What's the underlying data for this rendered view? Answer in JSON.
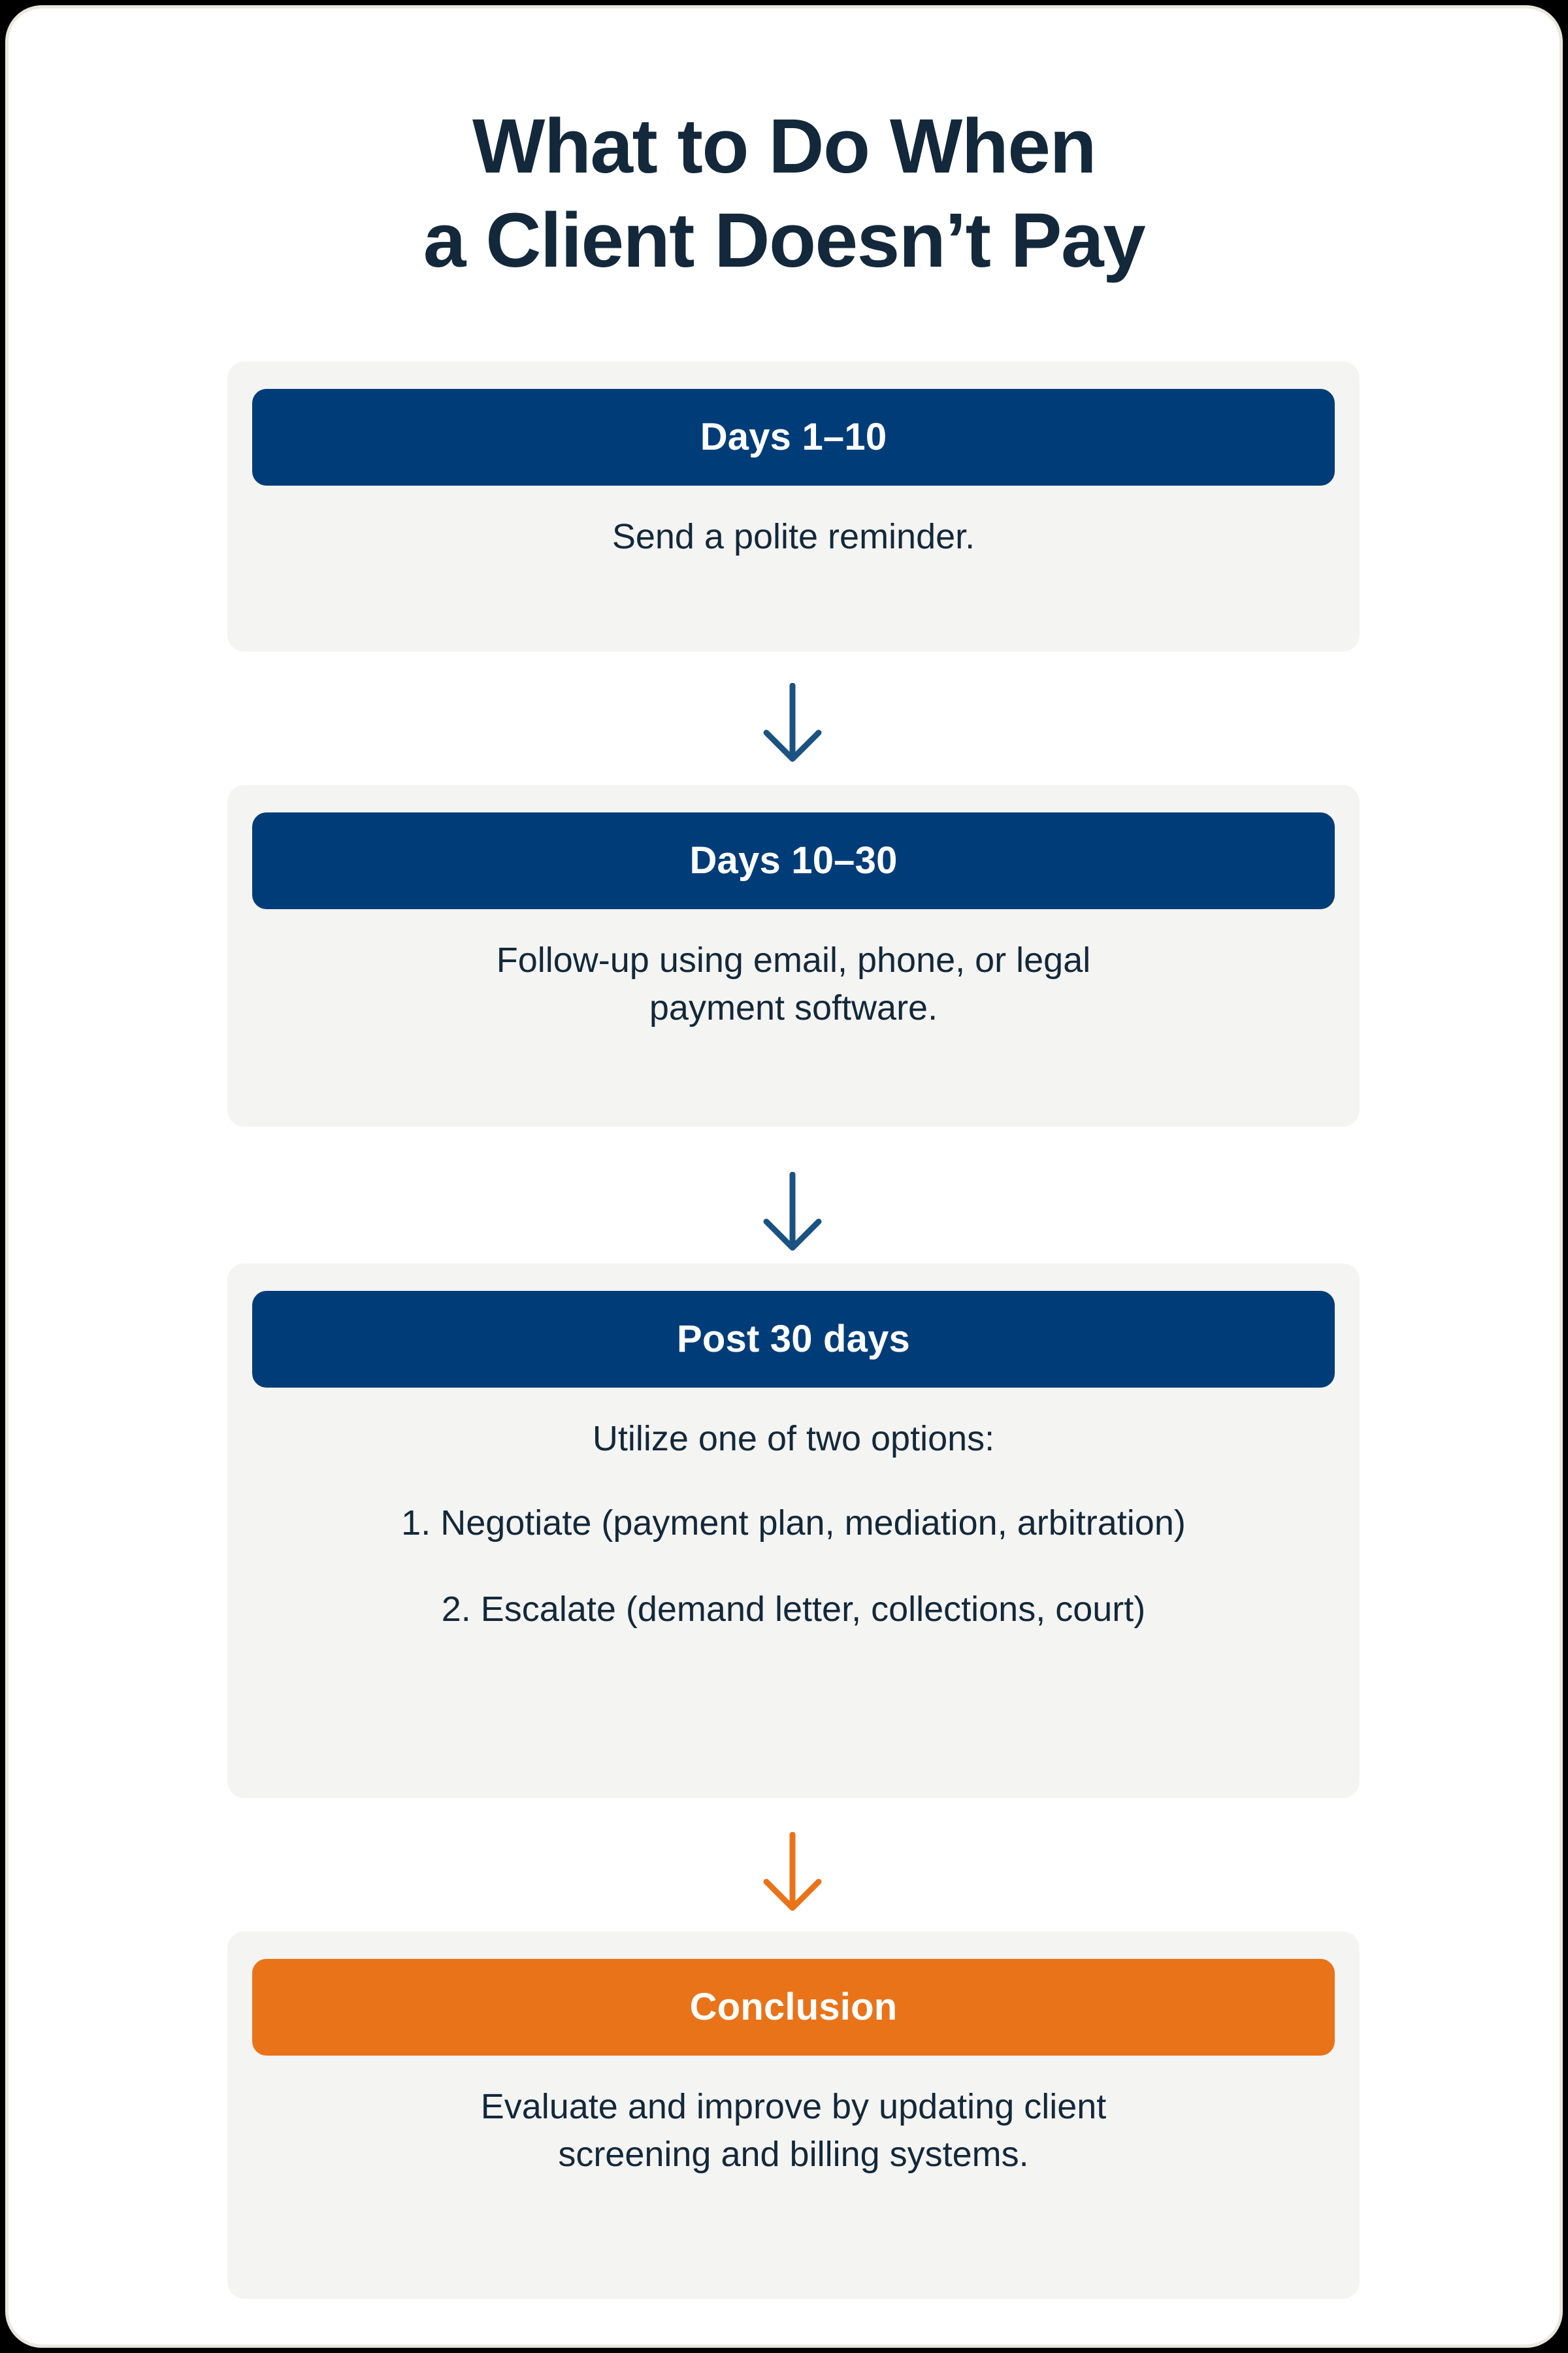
{
  "colors": {
    "page_background": "#FFFFFF",
    "frame_border": "#EAE8DE",
    "card_background": "#F4F4F2",
    "primary_blue": "#003D78",
    "accent_orange": "#E97319",
    "text_dark": "#13283A",
    "text_on_bar": "#FFFFFF"
  },
  "title": {
    "line1": "What to Do When",
    "line2": "a Client Doesn’t Pay"
  },
  "steps": [
    {
      "id": "step-days-1-10",
      "header_label": "Days 1–10",
      "header_color": "#003D78",
      "body_lines": [
        "Send a polite reminder."
      ]
    },
    {
      "id": "step-days-10-30",
      "header_label": "Days 10–30",
      "header_color": "#003D78",
      "body_lines": [
        "Follow-up using email, phone, or legal",
        "payment software."
      ]
    },
    {
      "id": "step-post-30-days",
      "header_label": "Post 30 days",
      "header_color": "#003D78",
      "intro": "Utilize one of two options:",
      "options": [
        "1. Negotiate (payment plan, mediation, arbitration)",
        "2. Escalate (demand letter, collections, court)"
      ]
    },
    {
      "id": "step-conclusion",
      "header_label": "Conclusion",
      "header_color": "#E97319",
      "body_lines": [
        "Evaluate and improve by updating client",
        "screening and billing systems."
      ]
    }
  ],
  "arrows": [
    {
      "id": "arrow-1",
      "direction": "down",
      "color": "#1A5282"
    },
    {
      "id": "arrow-2",
      "direction": "down",
      "color": "#1A5282"
    },
    {
      "id": "arrow-3",
      "direction": "down",
      "color": "#E97319"
    }
  ]
}
